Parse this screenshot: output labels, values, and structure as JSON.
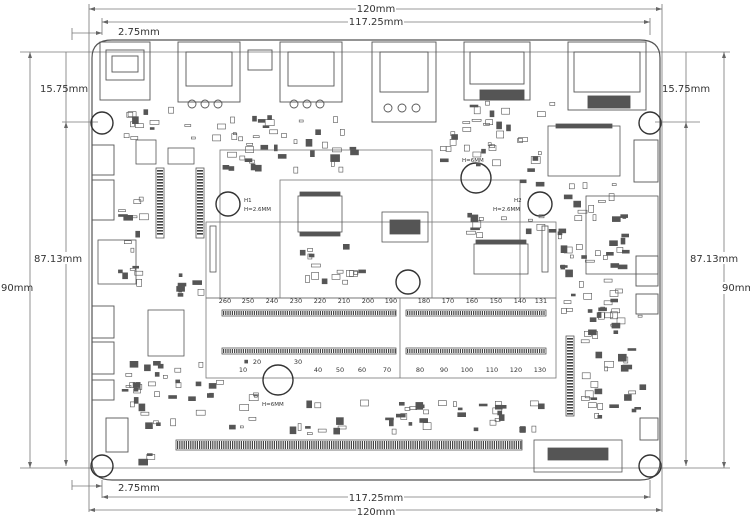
{
  "dimensions": {
    "top_width": "120mm",
    "inner_width_top": "117.25mm",
    "hole_offset_top": "2.75mm",
    "hole_offset_bottom": "2.75mm",
    "inner_width_bottom": "117.25mm",
    "bottom_width": "120mm",
    "left_hole_vertical": "15.75mm",
    "right_hole_vertical": "15.75mm",
    "left_inner_height": "87.13mm",
    "right_inner_height": "87.13mm",
    "left_height": "90mm",
    "right_height": "90mm"
  },
  "standoffs": {
    "h1_name": "H1",
    "h1_height": "H=2.6MM",
    "h2_name": "H2",
    "h2_height": "H=2.6MM",
    "top_height": "H=6MM",
    "bottom_height": "H=6MM"
  },
  "slot_pins": {
    "top_row": [
      "260",
      "250",
      "240",
      "230",
      "220",
      "210",
      "200",
      "190",
      "180",
      "170",
      "160",
      "150",
      "140",
      "131"
    ],
    "bottom_row": [
      "10",
      "20",
      "30",
      "40",
      "50",
      "60",
      "70",
      "80",
      "90",
      "100",
      "110",
      "120",
      "130"
    ]
  },
  "colors": {
    "line": "#555555",
    "text": "#333333",
    "background": "#ffffff"
  }
}
